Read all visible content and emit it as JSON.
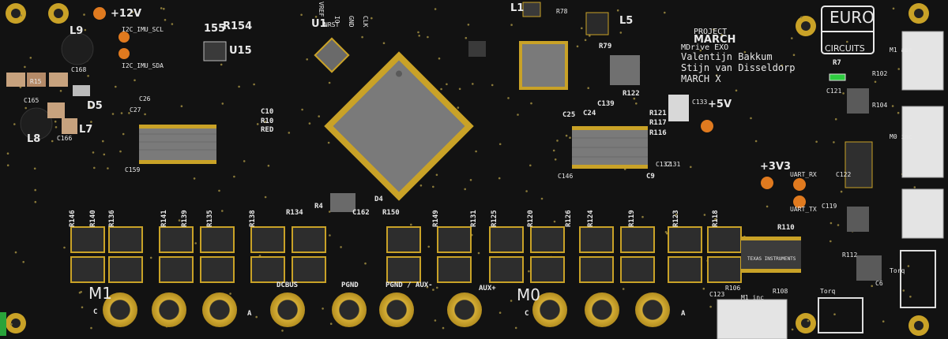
{
  "labels": {
    "p12v": "+12V",
    "i2c_scl": "I2C_IMU_SCL",
    "i2c_sda": "I2C_IMU_SDA",
    "r155": "155",
    "r154": "R154",
    "u15": "U15",
    "u1": "U1",
    "hdr_vref": "VREF",
    "hdr_io": "IO",
    "hdr_gnd": "GND",
    "hdr_clk": "CLK",
    "nrst": "NRST",
    "l1": "L1",
    "r78": "R78",
    "l5": "L5",
    "l9": "L9",
    "c168": "C168",
    "d5": "D5",
    "l7": "L7",
    "l8": "L8",
    "c166": "C166",
    "c165": "C165",
    "r15": "R15",
    "c10": "C10",
    "r10": "R10",
    "red": "RED",
    "c27": "C27",
    "c26": "C26",
    "c159": "C159",
    "r79": "R79",
    "r122": "R122",
    "c139": "C139",
    "c25": "C25",
    "c24": "C24",
    "r121": "R121",
    "r117": "R117",
    "r116": "R116",
    "c133": "C133",
    "p5v": "+5V",
    "c9": "C9",
    "c132": "C132",
    "c131": "C131",
    "c146": "C146",
    "p3v3": "+3V3",
    "uart_rx": "UART_RX",
    "uart_tx": "UART_TX",
    "r7": "R7",
    "r102": "R102",
    "c121": "C121",
    "r104": "R104",
    "c122": "C122",
    "c119": "C119",
    "m1_abs": "M1 abs",
    "m0_inc": "M0 inc",
    "torq_conn": "Torq",
    "r4": "R4",
    "c162": "C162",
    "r150": "R150",
    "d4": "D4",
    "r134": "R134",
    "r110": "R110",
    "r106": "R106",
    "r108": "R108",
    "r112": "R112",
    "c6": "C6",
    "c123": "C123",
    "m1_inc": "M1 inc",
    "torq": "Torq",
    "dcbus": "DCBUS",
    "pgnd": "PGND",
    "pgnd_aux": "PGND / AUX-",
    "aux_plus": "AUX+",
    "m1": "M1",
    "m0": "M0",
    "c_label": "C",
    "a_label": "A",
    "ti": "TEXAS INSTRUMENTS"
  },
  "resistors_row": [
    "R146",
    "R140",
    "R136",
    "R141",
    "R139",
    "R135",
    "R138",
    "R149",
    "R131",
    "R125",
    "R120",
    "R126",
    "R124",
    "R119",
    "R123",
    "R118"
  ],
  "branding": {
    "project": "PROJECT",
    "march": "MARCH",
    "product": "MDrive EXO",
    "author1": "Valentijn Bakkum",
    "author2": "Stijn van Disseldorp",
    "version": "MARCH X",
    "euro": "EURO",
    "circuits": "CIRCUITS"
  },
  "colors": {
    "board": "#121212",
    "gold": "#c9a227",
    "chip": "#7a7a7a",
    "silk": "#e8e8e8",
    "orange": "#e07a1f",
    "connector": "#e4e4e4"
  }
}
